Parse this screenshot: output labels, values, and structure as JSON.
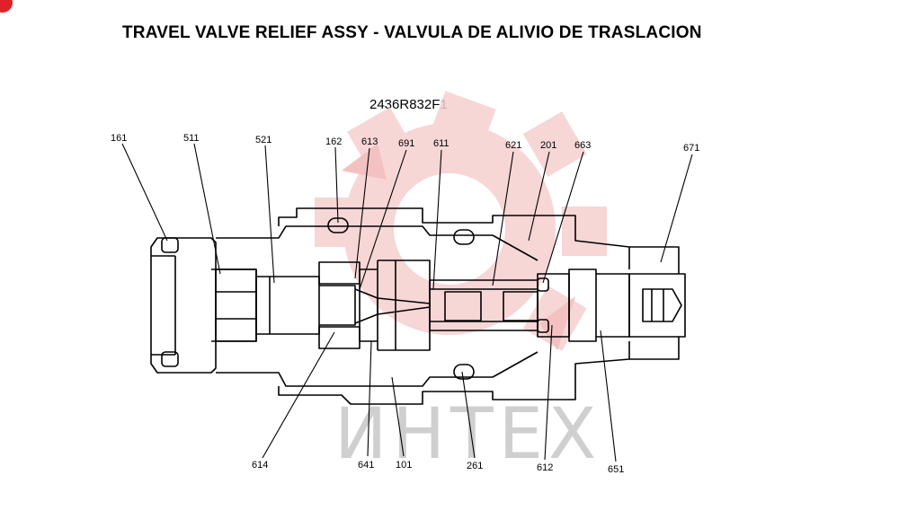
{
  "title": "TRAVEL VALVE RELIEF ASSY - VALVULA DE ALIVIO DE TRASLACION",
  "part_number": "2436R832F1",
  "watermark_text": "ИНТЕХ",
  "colors": {
    "line": "#000000",
    "watermark_red": "#f4c5c5",
    "badge": "#e0202a"
  },
  "labels": {
    "l161": "161",
    "l511": "511",
    "l521": "521",
    "l162": "162",
    "l613": "613",
    "l691": "691",
    "l611": "611",
    "l621": "621",
    "l201": "201",
    "l663": "663",
    "l671": "671",
    "l614": "614",
    "l641": "641",
    "l101": "101",
    "l261": "261",
    "l612": "612",
    "l651": "651"
  }
}
